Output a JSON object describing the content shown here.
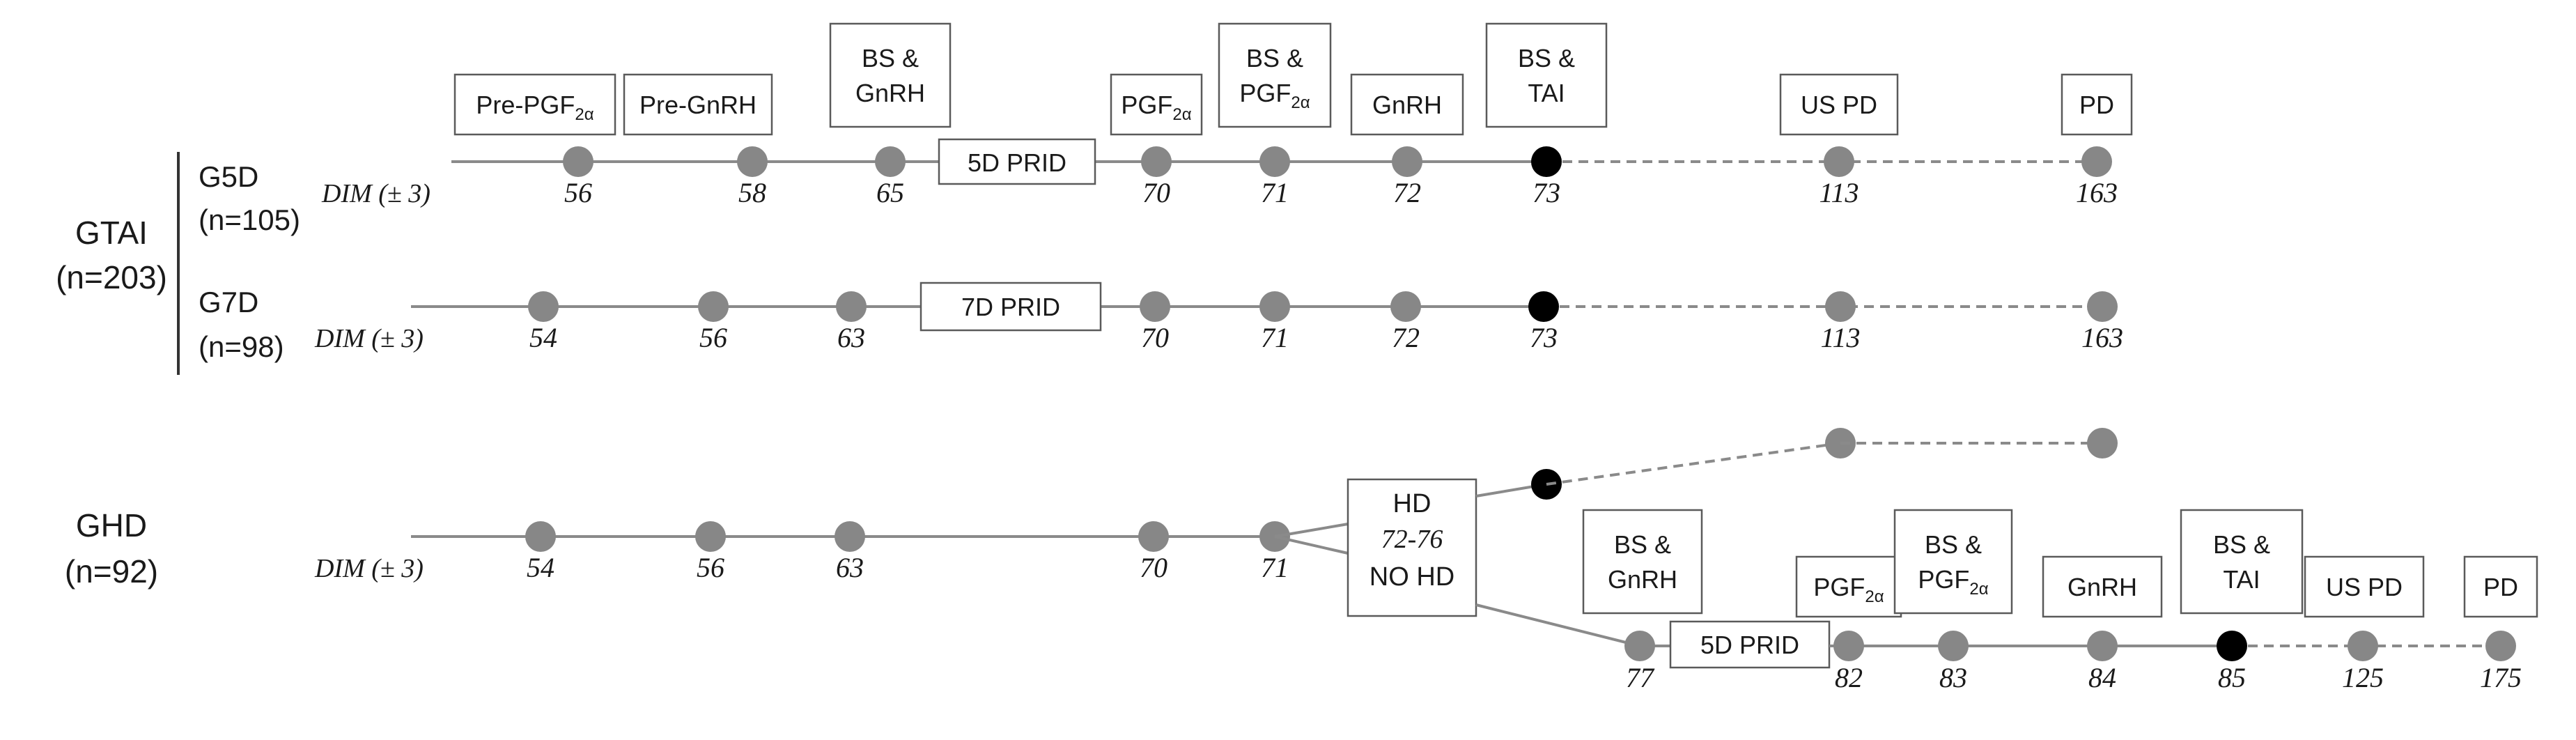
{
  "groups": [
    {
      "id": "gtai",
      "label": "GTAI",
      "n": "(n=203)"
    },
    {
      "id": "ghd",
      "label": "GHD",
      "n": "(n=92)"
    }
  ],
  "rows": [
    {
      "id": "g5d",
      "name": "G5D",
      "n": "(n=105)",
      "dim": "DIM (± 3)",
      "days": [
        "56",
        "58",
        "65",
        "70",
        "71",
        "72",
        "73",
        "113",
        "163"
      ],
      "prid": "5D PRID",
      "events": [
        [
          "Pre-PGF",
          "2α"
        ],
        [
          "Pre-GnRH"
        ],
        [
          "BS &",
          "GnRH"
        ],
        [
          "PGF",
          "2α"
        ],
        [
          "BS &",
          "PGF",
          "2α"
        ],
        [
          "GnRH"
        ],
        [
          "BS &",
          "TAI"
        ],
        [
          "US PD"
        ],
        [
          "PD"
        ]
      ]
    },
    {
      "id": "g7d",
      "name": "G7D",
      "n": "(n=98)",
      "dim": "DIM (± 3)",
      "days": [
        "54",
        "56",
        "63",
        "70",
        "71",
        "72",
        "73",
        "113",
        "163"
      ],
      "prid": "7D PRID"
    },
    {
      "id": "ghd",
      "dim": "DIM (± 3)",
      "days": [
        "54",
        "56",
        "63",
        "70",
        "71"
      ],
      "hd_box": [
        "HD",
        "72-76",
        "NO HD"
      ]
    },
    {
      "id": "nohd",
      "days": [
        "77",
        "82",
        "83",
        "84",
        "85",
        "125",
        "175"
      ],
      "prid": "5D PRID",
      "events": [
        [
          "BS &",
          "GnRH"
        ],
        [
          "PGF",
          "2α"
        ],
        [
          "BS &",
          "PGF",
          "2α"
        ],
        [
          "GnRH"
        ],
        [
          "BS &",
          "TAI"
        ],
        [
          "US PD"
        ],
        [
          "PD"
        ]
      ]
    }
  ],
  "colors": {
    "dot": "#878787",
    "tai_dot": "#000000",
    "line": "#8a8a8a",
    "box_border": "#5a5a5a",
    "text": "#1a1a1a"
  }
}
